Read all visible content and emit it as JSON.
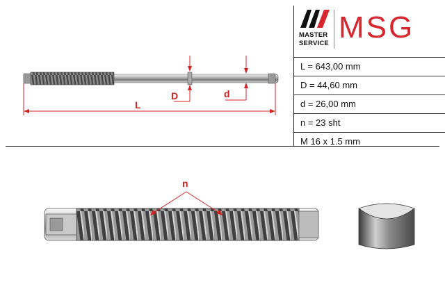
{
  "brand": {
    "company_line1": "MASTER",
    "company_line2": "SERVICE",
    "logo_text": "MSG",
    "logo_color": "#d6272f",
    "mark_color": "#111111"
  },
  "specs": [
    {
      "label": "L = 643,00 mm"
    },
    {
      "label": "D = 44,60 mm"
    },
    {
      "label": "d = 26,00 mm"
    },
    {
      "label": "n = 23 sht"
    },
    {
      "label": "M 16 x 1.5 mm"
    }
  ],
  "dimensions": {
    "length_label": "L",
    "big_diameter_label": "D",
    "small_diameter_label": "d",
    "tooth_count_label": "n",
    "annotation_color": "#d42020"
  }
}
